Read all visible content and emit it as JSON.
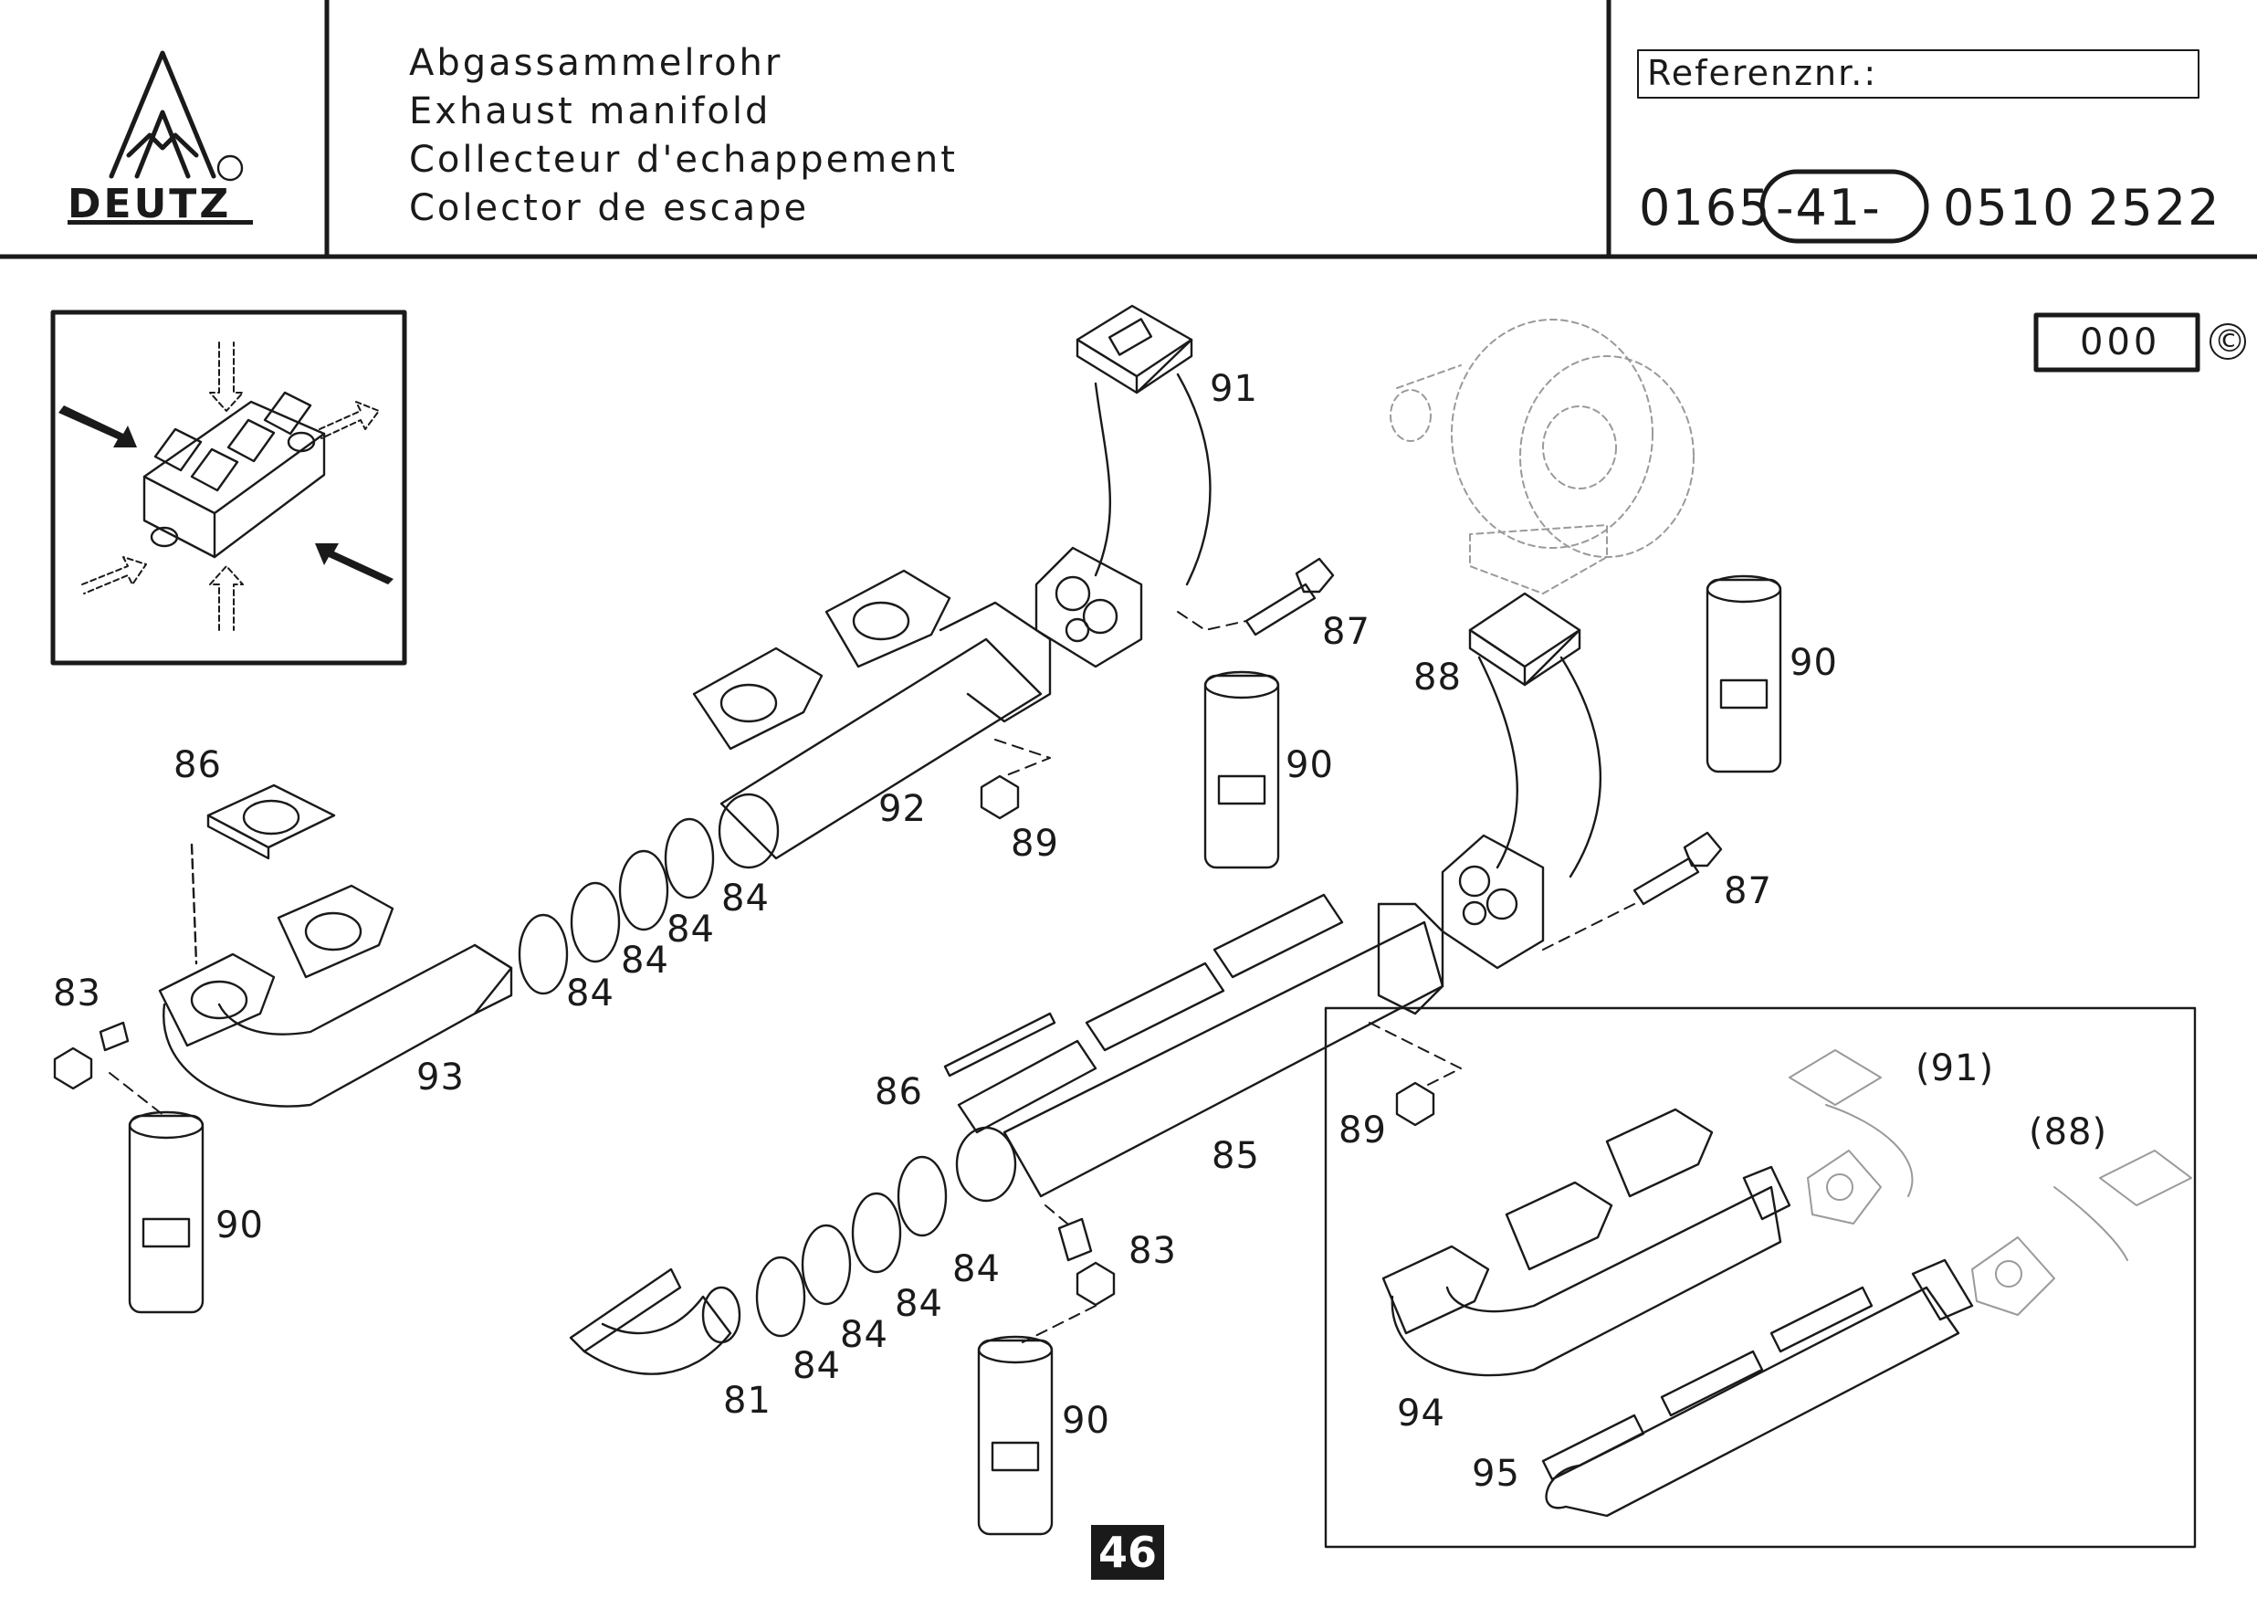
{
  "header": {
    "logo_text": "DEUTZ",
    "logo_mark": "®",
    "titles": [
      "Abgassammelrohr",
      "Exhaust manifold",
      "Collecteur d'echappement",
      "Colector de escape"
    ],
    "reference_label": "Referenznr.:",
    "reference_number": {
      "part1": "0165",
      "part2": "-41-",
      "part3": "0510",
      "part4": "2522"
    }
  },
  "version_box": "000",
  "copyright_symbol": "©",
  "page_number": "46",
  "part_labels": [
    "91",
    "87",
    "88",
    "90",
    "90",
    "86",
    "92",
    "89",
    "84",
    "84",
    "84",
    "84",
    "83",
    "93",
    "90",
    "87",
    "86",
    "85",
    "89",
    "83",
    "84",
    "84",
    "84",
    "84",
    "81",
    "90",
    "(91)",
    "(88)",
    "94",
    "95"
  ]
}
